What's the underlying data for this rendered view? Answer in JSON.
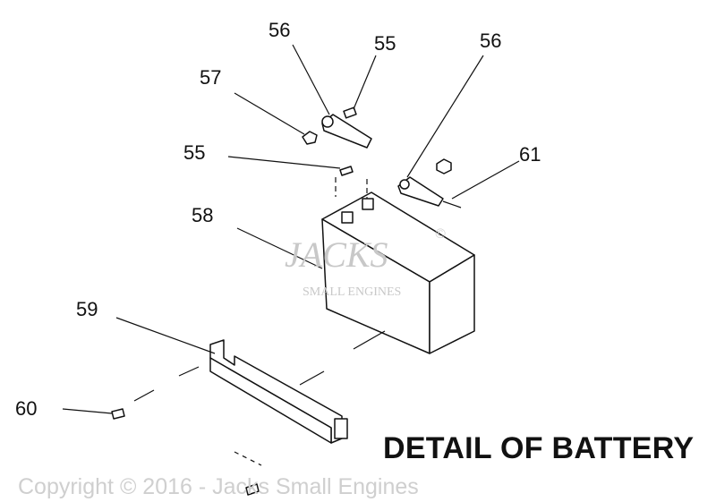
{
  "diagram": {
    "title": "DETAIL OF BATTERY",
    "watermark": "Copyright © 2016 - Jacks Small Engines",
    "logo": {
      "line1": "JACKS",
      "line2": "SMALL ENGINES",
      "mark": "©"
    },
    "callouts": [
      {
        "id": "56a",
        "text": "56"
      },
      {
        "id": "55a",
        "text": "55"
      },
      {
        "id": "57",
        "text": "57"
      },
      {
        "id": "56b",
        "text": "56"
      },
      {
        "id": "55b",
        "text": "55"
      },
      {
        "id": "61",
        "text": "61"
      },
      {
        "id": "58",
        "text": "58"
      },
      {
        "id": "59",
        "text": "59"
      },
      {
        "id": "60",
        "text": "60"
      }
    ]
  }
}
